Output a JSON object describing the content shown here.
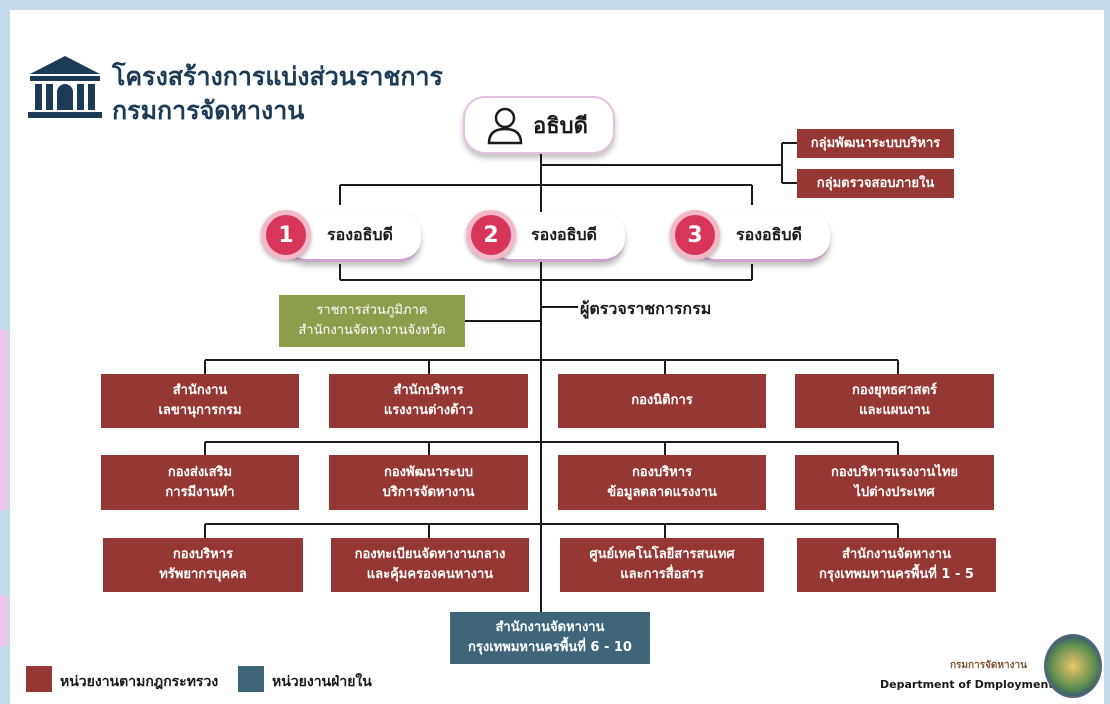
{
  "header": {
    "title_line1": "โครงสร้างการแบ่งส่วนราชการ",
    "title_line2": "กรมการจัดหางาน",
    "logo_icon": "government-building-icon"
  },
  "top": {
    "director_label": "อธิบดี",
    "director_icon": "person-icon"
  },
  "side_units": [
    {
      "label": "กลุ่มพัฒนาระบบบริหาร"
    },
    {
      "label": "กลุ่มตรวจสอบภายใน"
    }
  ],
  "deputies": [
    {
      "number": "1",
      "label": "รองอธิบดี"
    },
    {
      "number": "2",
      "label": "รองอธิบดี"
    },
    {
      "number": "3",
      "label": "รองอธิบดี"
    }
  ],
  "inspector_label": "ผู้ตรวจราชการกรม",
  "regional_box": "ราชการส่วนภูมิภาค\nสำนักงานจัดหางานจังหวัด",
  "rows": [
    [
      {
        "label": "สำนักงาน\nเลขานุการกรม"
      },
      {
        "label": "สำนักบริหาร\nแรงงานต่างด้าว"
      },
      {
        "label": "กองนิติการ"
      },
      {
        "label": "กองยุทธศาสตร์\nและแผนงาน"
      }
    ],
    [
      {
        "label": "กองส่งเสริม\nการมีงานทำ"
      },
      {
        "label": "กองพัฒนาระบบ\nบริการจัดหางาน"
      },
      {
        "label": "กองบริหาร\nข้อมูลตลาดแรงงาน"
      },
      {
        "label": "กองบริหารแรงงานไทย\nไปต่างประเทศ"
      }
    ],
    [
      {
        "label": "กองบริหาร\nทรัพยากรบุคคล"
      },
      {
        "label": "กองทะเบียนจัดหางานกลาง\nและคุ้มครองคนหางาน"
      },
      {
        "label": "ศูนย์เทคโนโลยีสารสนเทศ\nและการสื่อสาร"
      },
      {
        "label": "สำนักงานจัดหางาน\nกรุงเทพมหานครพื้นที่ 1 - 5"
      }
    ]
  ],
  "bottom_box": "สำนักงานจัดหางาน\nกรุงเทพมหานครพื้นที่ 6 - 10",
  "legend": [
    {
      "label": "หน่วยงานตามกฎกระทรวง",
      "color": "#953735"
    },
    {
      "label": "หน่วยงานฝ่ายใน",
      "color": "#3f6578"
    }
  ],
  "footer": {
    "dept_thai": "กรมการจัดหางาน",
    "dept_en": "Department of Dmployment",
    "seal_icon": "department-seal-icon"
  },
  "colors": {
    "ministry_unit": "#953735",
    "internal_unit": "#3f6578",
    "regional_unit": "#8c9d4b",
    "deputy_accent": "#d8355a",
    "title": "#1d3a56"
  }
}
